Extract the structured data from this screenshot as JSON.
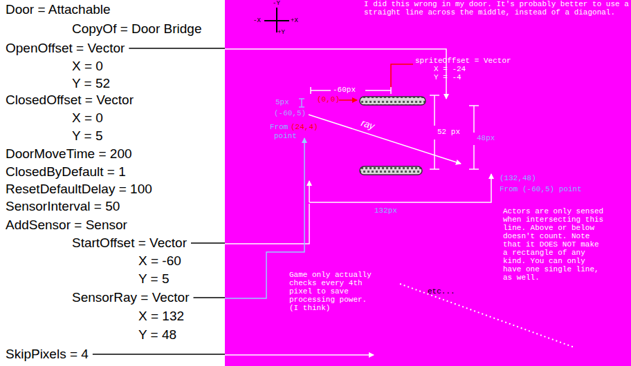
{
  "diagram": {
    "labels": [
      "Door = Attachable",
      "CopyOf = Door Bridge",
      "OpenOffset = Vector",
      "X = 0",
      "Y = 52",
      "ClosedOffset = Vector",
      "X = 0",
      "Y = 5",
      "DoorMoveTime = 200",
      "ClosedByDefault = 1",
      "ResetDefaultDelay = 100",
      "SensorInterval = 50",
      "AddSensor = Sensor",
      "StartOffset = Vector",
      "X = -60",
      "Y = 5",
      "SensorRay = Vector",
      "X = 132",
      "Y = 48",
      "SkipPixels = 4",
      "-Y",
      "-X",
      "+X",
      "+Y",
      "I did this wrong in my door. It's probably better to use a straight line across the middle, instead of a diagonal.",
      "spriteOffset = Vector",
      "X = -24",
      "Y = -4",
      "-60px",
      "(0,0)",
      "5px",
      "(-60,5)",
      "From",
      "(24,4)",
      "point",
      "ray",
      "52 px",
      "48px",
      "(132,48)",
      "From (-60,5) point",
      "132px",
      "Actors are only sensed when intersecting this line. Above or below doesn't count. Note that it DOES NOT make a rectangle of any kind. You can only have one single line, as well.",
      "Game only actually checks every 4th pixel to save processing power. (I think)",
      "etc..."
    ]
  }
}
